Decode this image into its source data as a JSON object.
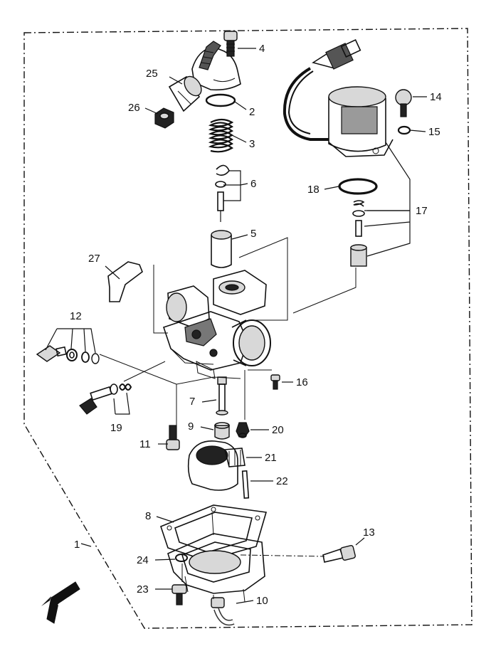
{
  "callouts": [
    {
      "id": "1",
      "text": "1"
    },
    {
      "id": "2",
      "text": "2"
    },
    {
      "id": "3",
      "text": "3"
    },
    {
      "id": "4",
      "text": "4"
    },
    {
      "id": "5",
      "text": "5"
    },
    {
      "id": "6",
      "text": "6"
    },
    {
      "id": "7",
      "text": "7"
    },
    {
      "id": "8",
      "text": "8"
    },
    {
      "id": "9",
      "text": "9"
    },
    {
      "id": "10",
      "text": "10"
    },
    {
      "id": "11",
      "text": "11"
    },
    {
      "id": "12",
      "text": "12"
    },
    {
      "id": "13",
      "text": "13"
    },
    {
      "id": "14",
      "text": "14"
    },
    {
      "id": "15",
      "text": "15"
    },
    {
      "id": "16",
      "text": "16"
    },
    {
      "id": "17",
      "text": "17"
    },
    {
      "id": "18",
      "text": "18"
    },
    {
      "id": "19",
      "text": "19"
    },
    {
      "id": "20",
      "text": "20"
    },
    {
      "id": "21",
      "text": "21"
    },
    {
      "id": "22",
      "text": "22"
    },
    {
      "id": "23",
      "text": "23"
    },
    {
      "id": "24",
      "text": "24"
    },
    {
      "id": "25",
      "text": "25"
    },
    {
      "id": "26",
      "text": "26"
    },
    {
      "id": "27",
      "text": "27"
    }
  ],
  "fwd_marker": {
    "text": "FWD",
    "icon": "fwd-arrow-icon"
  },
  "colors": {
    "ink": "#111111",
    "paper": "#ffffff"
  }
}
